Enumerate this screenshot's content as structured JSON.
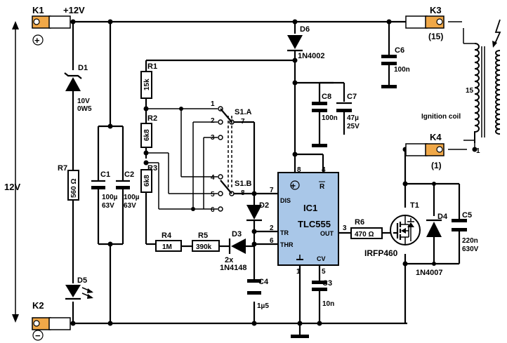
{
  "terminals": {
    "k1": "K1",
    "k2": "K2",
    "k3": "K3",
    "k4": "K4",
    "k1_sign": "+",
    "k2_sign": "−",
    "k3_pin": "(15)",
    "k4_pin": "(1)"
  },
  "rails": {
    "plus12v": "+12V",
    "supply": "12V"
  },
  "coil": {
    "label": "Ignition coil",
    "pin15": "15",
    "pin1": "1"
  },
  "components": {
    "d1": {
      "ref": "D1",
      "val1": "10V",
      "val2": "0W5"
    },
    "r7": {
      "ref": "R7",
      "val": "560 Ω"
    },
    "d5": {
      "ref": "D5"
    },
    "c1": {
      "ref": "C1",
      "val1": "100µ",
      "val2": "63V"
    },
    "c2": {
      "ref": "C2",
      "val1": "100µ",
      "val2": "63V"
    },
    "r1": {
      "ref": "R1",
      "val": "15k"
    },
    "r2": {
      "ref": "R2",
      "val": "6k8"
    },
    "r3": {
      "ref": "R3",
      "val": "6k8"
    },
    "r4": {
      "ref": "R4",
      "val": "1M"
    },
    "r5": {
      "ref": "R5",
      "val": "390k"
    },
    "d3": {
      "ref": "D3"
    },
    "d2": {
      "ref": "D2"
    },
    "diode_note": {
      "l1": "2x",
      "l2": "1N4148"
    },
    "c4": {
      "ref": "C4",
      "val": "1µ5"
    },
    "d6": {
      "ref": "D6",
      "val": "1N4002"
    },
    "c6": {
      "ref": "C6",
      "val": "100n"
    },
    "c8": {
      "ref": "C8",
      "val": "100n"
    },
    "c7": {
      "ref": "C7",
      "val1": "47µ",
      "val2": "25V"
    },
    "c3": {
      "ref": "C3",
      "val": "10n"
    },
    "r6": {
      "ref": "R6",
      "val": "470 Ω"
    },
    "t1": {
      "ref": "T1",
      "val": "IRFP460"
    },
    "d4": {
      "ref": "D4",
      "val": "1N4007"
    },
    "c5": {
      "ref": "C5",
      "val1": "220n",
      "val2": "630V"
    },
    "s1a": {
      "ref": "S1.A"
    },
    "s1b": {
      "ref": "S1.B"
    }
  },
  "switch_pins": [
    "1",
    "2",
    "3",
    "4",
    "5",
    "6",
    "7",
    "8"
  ],
  "ic": {
    "ref": "IC1",
    "part": "TLC555",
    "pins": {
      "dis": "DIS",
      "tr": "TR",
      "thr": "THR",
      "out": "OUT",
      "cv": "CV",
      "r": "R",
      "plus": "+"
    },
    "pin_numbers": {
      "p8": "8",
      "p4": "4",
      "p7": "7",
      "p2": "2",
      "p6": "6",
      "p3": "3",
      "p1": "1",
      "p5": "5"
    }
  },
  "colors": {
    "ic_fill": "#a9c7e8",
    "terminal_fill": "#f0a848",
    "wire": "#000000"
  }
}
